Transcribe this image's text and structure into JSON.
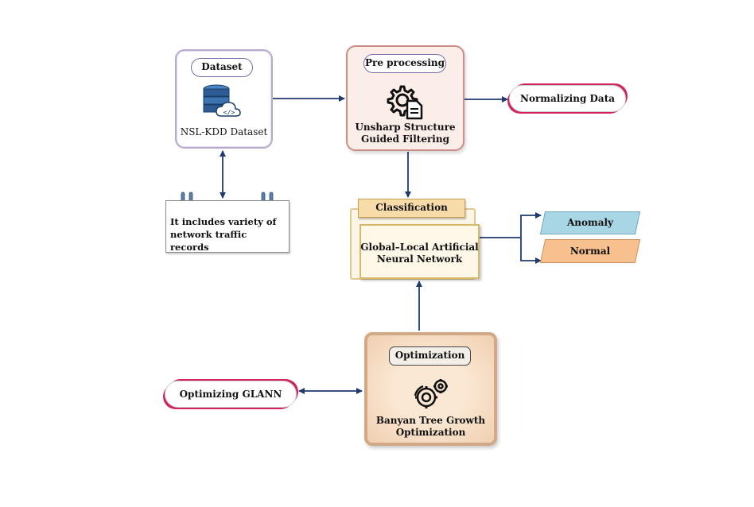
{
  "dataset": {
    "title": "Dataset",
    "label": "NSL-KDD Dataset",
    "icon": "database-code-cloud-icon"
  },
  "note": {
    "line1": "It includes variety of",
    "line2": "network traffic records"
  },
  "preprocessing": {
    "title": "Pre processing",
    "line1": "Unsharp Structure",
    "line2": "Guided Filtering",
    "icon": "gear-document-icon"
  },
  "normalizing": {
    "label": "Normalizing Data"
  },
  "classification": {
    "title": "Classification",
    "line1": "Global–Local Artificial",
    "line2": "Neural Network"
  },
  "outputs": {
    "anomaly": "Anomaly",
    "normal": "Normal"
  },
  "optimization": {
    "title": "Optimization",
    "line1": "Banyan Tree Growth",
    "line2": "Optimization",
    "icon": "gears-chart-icon"
  },
  "glann": {
    "label": "Optimizing GLANN"
  },
  "colors": {
    "arrow": "#1f3a6e",
    "accent_pink": "#d0245e",
    "anomaly_fill": "#a9d6e5",
    "normal_fill": "#f6c18e"
  }
}
